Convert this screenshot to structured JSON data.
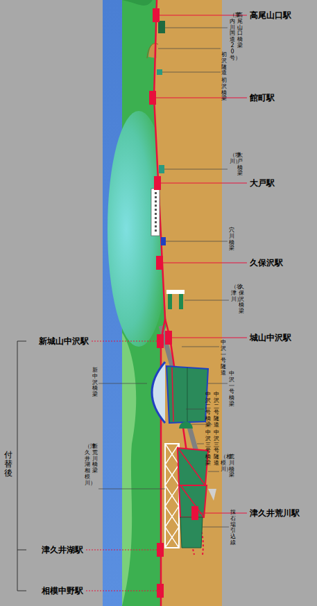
{
  "diagram": {
    "labels": [
      "高尾山口駅",
      "高尾山口橋梁",
      "（案内川・国道20号）",
      "初沢隧道",
      "初沢橋梁",
      "館町駅",
      "大戸橋梁",
      "（境川）",
      "大戸駅",
      "穴川橋梁",
      "久保沢駅",
      "久保沢橋梁",
      "（谷津川）",
      "新城山中沢駅",
      "城山中沢駅",
      "中沢一号隧道",
      "中沢一号橋梁",
      "新中沢橋梁",
      "中沢二号隧道",
      "中沢二号橋梁",
      "中沢三号隧道",
      "中沢三号橋梁",
      "付替後",
      "新荒川橋梁",
      "（津久井湖・相模川）",
      "荒川橋梁",
      "（相模川）",
      "津久井荒川駅",
      "採石場引込線",
      "津久井湖駅",
      "相模中野駅"
    ]
  }
}
